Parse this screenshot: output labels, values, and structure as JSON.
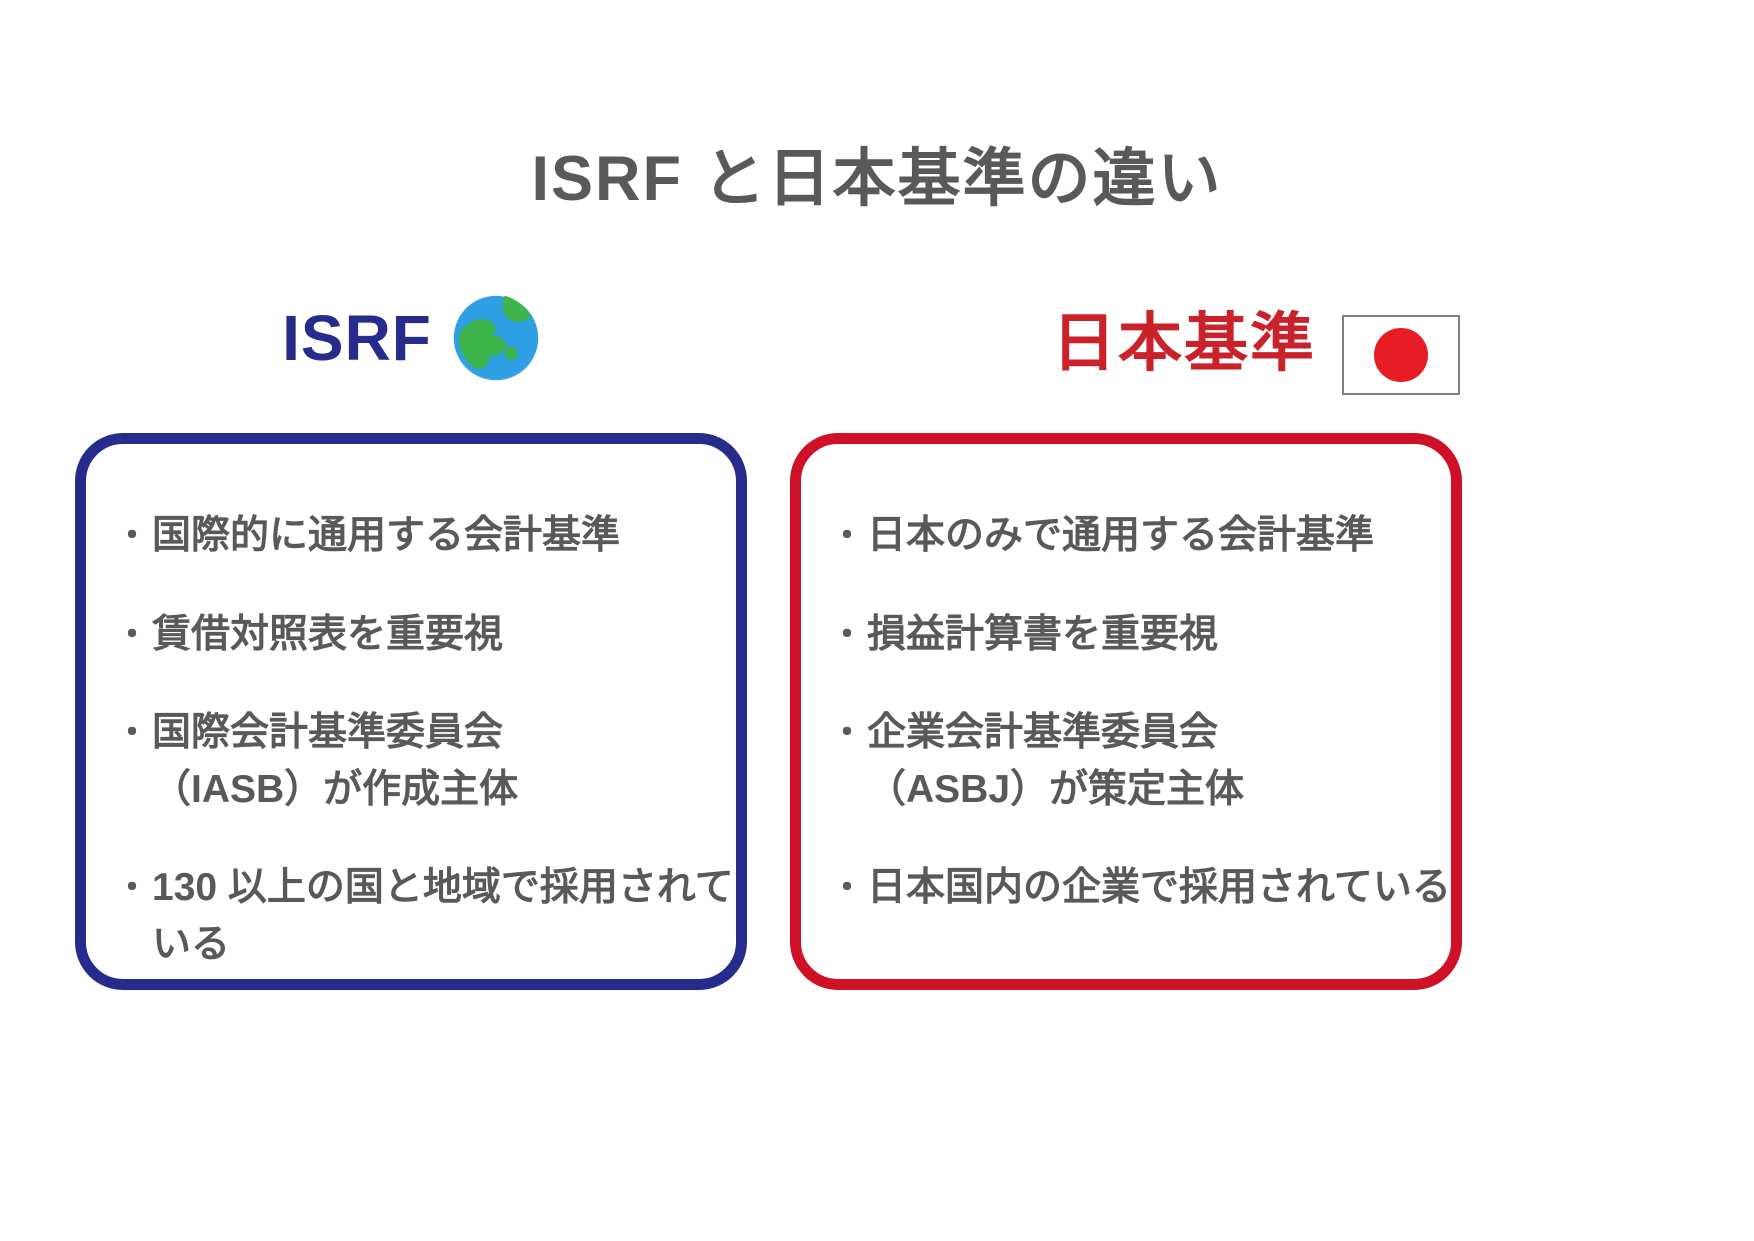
{
  "title": "ISRF と日本基準の違い",
  "bullet_char": "・",
  "left": {
    "heading": "ISRF",
    "icon": "globe-icon",
    "bullets": [
      "国際的に通用する会計基準",
      "賃借対照表を重要視",
      "国際会計基準委員会\n（IASB）が作成主体",
      "130 以上の国と地域で採用されて\nいる"
    ]
  },
  "right": {
    "heading": "日本基準",
    "icon": "japan-flag-icon",
    "bullets": [
      "日本のみで通用する会計基準",
      "損益計算書を重要視",
      "企業会計基準委員会\n（ASBJ）が策定主体",
      "日本国内の企業で採用されている"
    ]
  },
  "colors": {
    "navy": "#262B8C",
    "red": "#CE1126",
    "heading_red": "#C9222A",
    "text_gray": "#595959",
    "flag_red": "#E81C24",
    "flag_border": "#7F7F7F",
    "globe_ocean": "#2FA0E4",
    "globe_land": "#3DB54A"
  }
}
